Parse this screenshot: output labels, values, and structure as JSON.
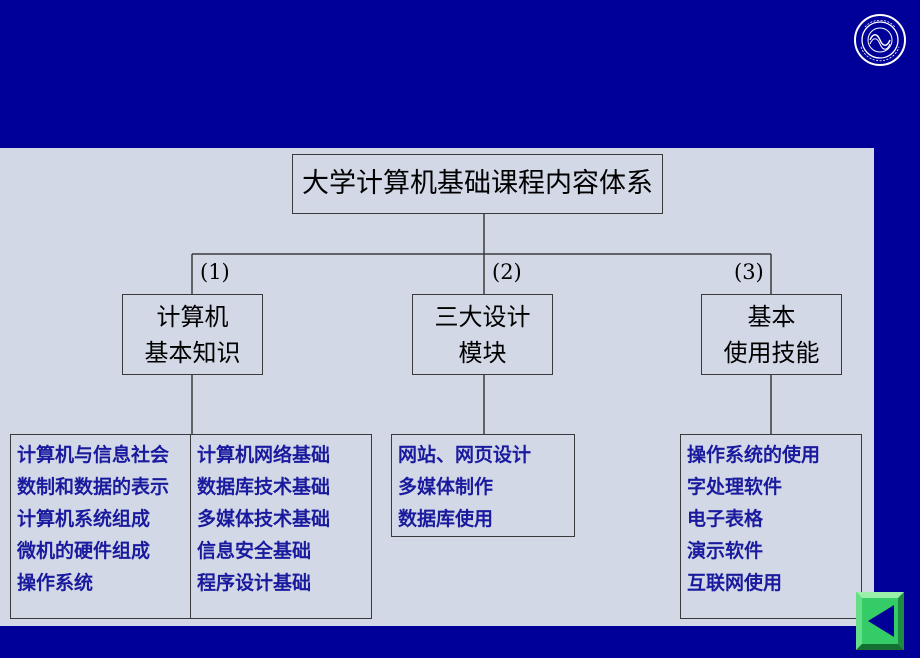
{
  "root": {
    "title": "大学计算机基础课程内容体系"
  },
  "branches": [
    {
      "number": "(1)",
      "title_lines": [
        "计算机",
        "基本知识"
      ]
    },
    {
      "number": "(2)",
      "title_lines": [
        "三大设计",
        "模块"
      ]
    },
    {
      "number": "(3)",
      "title_lines": [
        "基本",
        "使用技能"
      ]
    }
  ],
  "leaves": {
    "col1a": [
      "计算机与信息社会",
      "数制和数据的表示",
      "计算机系统组成",
      "微机的硬件组成",
      "操作系统"
    ],
    "col1b": [
      "计算机网络基础",
      "数据库技术基础",
      "多媒体技术基础",
      "信息安全基础",
      "程序设计基础"
    ],
    "col2": [
      "网站、网页设计",
      "多媒体制作",
      "数据库使用"
    ],
    "col3": [
      "操作系统的使用",
      "字处理软件",
      "电子表格",
      "演示软件",
      "互联网使用"
    ]
  },
  "colors": {
    "background": "#000099",
    "panel": "#D2D8E6",
    "leaf_text": "#1A1A9E",
    "nav_green": "#33CC66"
  },
  "icons": {
    "logo": "university-seal-icon",
    "nav": "back-triangle-icon"
  }
}
